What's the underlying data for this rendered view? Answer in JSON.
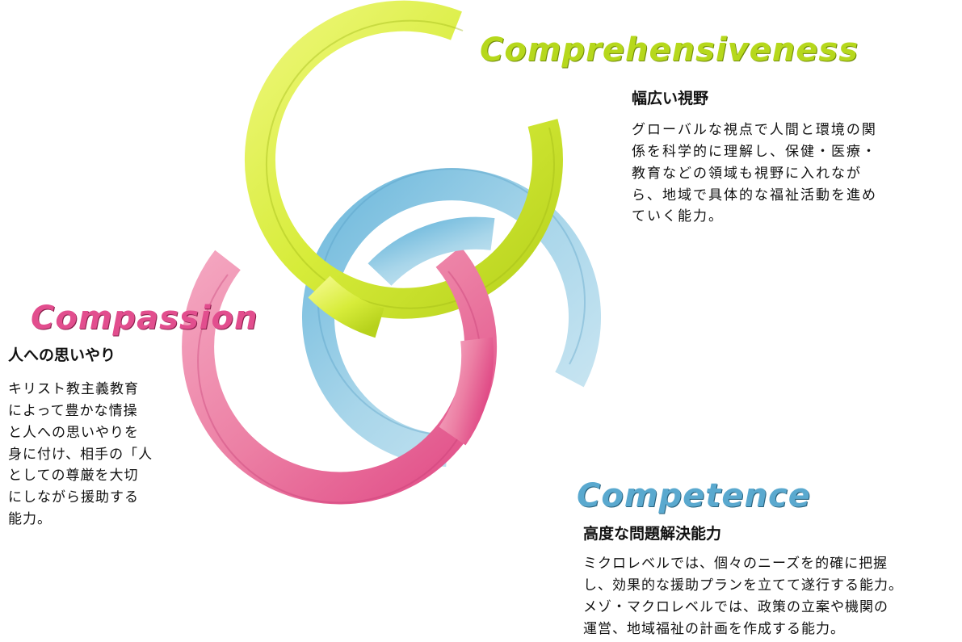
{
  "colors": {
    "comprehensiveness": "#d7ec3a",
    "compassion": "#ec7fa4",
    "competence": "#8fc9e2"
  },
  "comprehensiveness": {
    "title": "Comprehensiveness",
    "heading": "幅広い視野",
    "body": "グローバルな視点で人間と環境の関\n係を科学的に理解し、保健・医療・\n教育などの領域も視野に入れなが\nら、地域で具体的な福祉活動を進め\nていく能力。"
  },
  "compassion": {
    "title": "Compassion",
    "heading": "人への思いやり",
    "body": "キリスト教主義教育\nによって豊かな情操\nと人への思いやりを\n身に付け、相手の「人\nとしての尊厳を大切\nにしながら援助する\n能力。"
  },
  "competence": {
    "title": "Competence",
    "heading": "高度な問題解決能力",
    "body": "ミクロレベルでは、個々のニーズを的確に把握\nし、効果的な援助プランを立てて遂行する能力。\nメゾ・マクロレベルでは、政策の立案や機関の\n運営、地域福祉の計画を作成する能力。"
  }
}
